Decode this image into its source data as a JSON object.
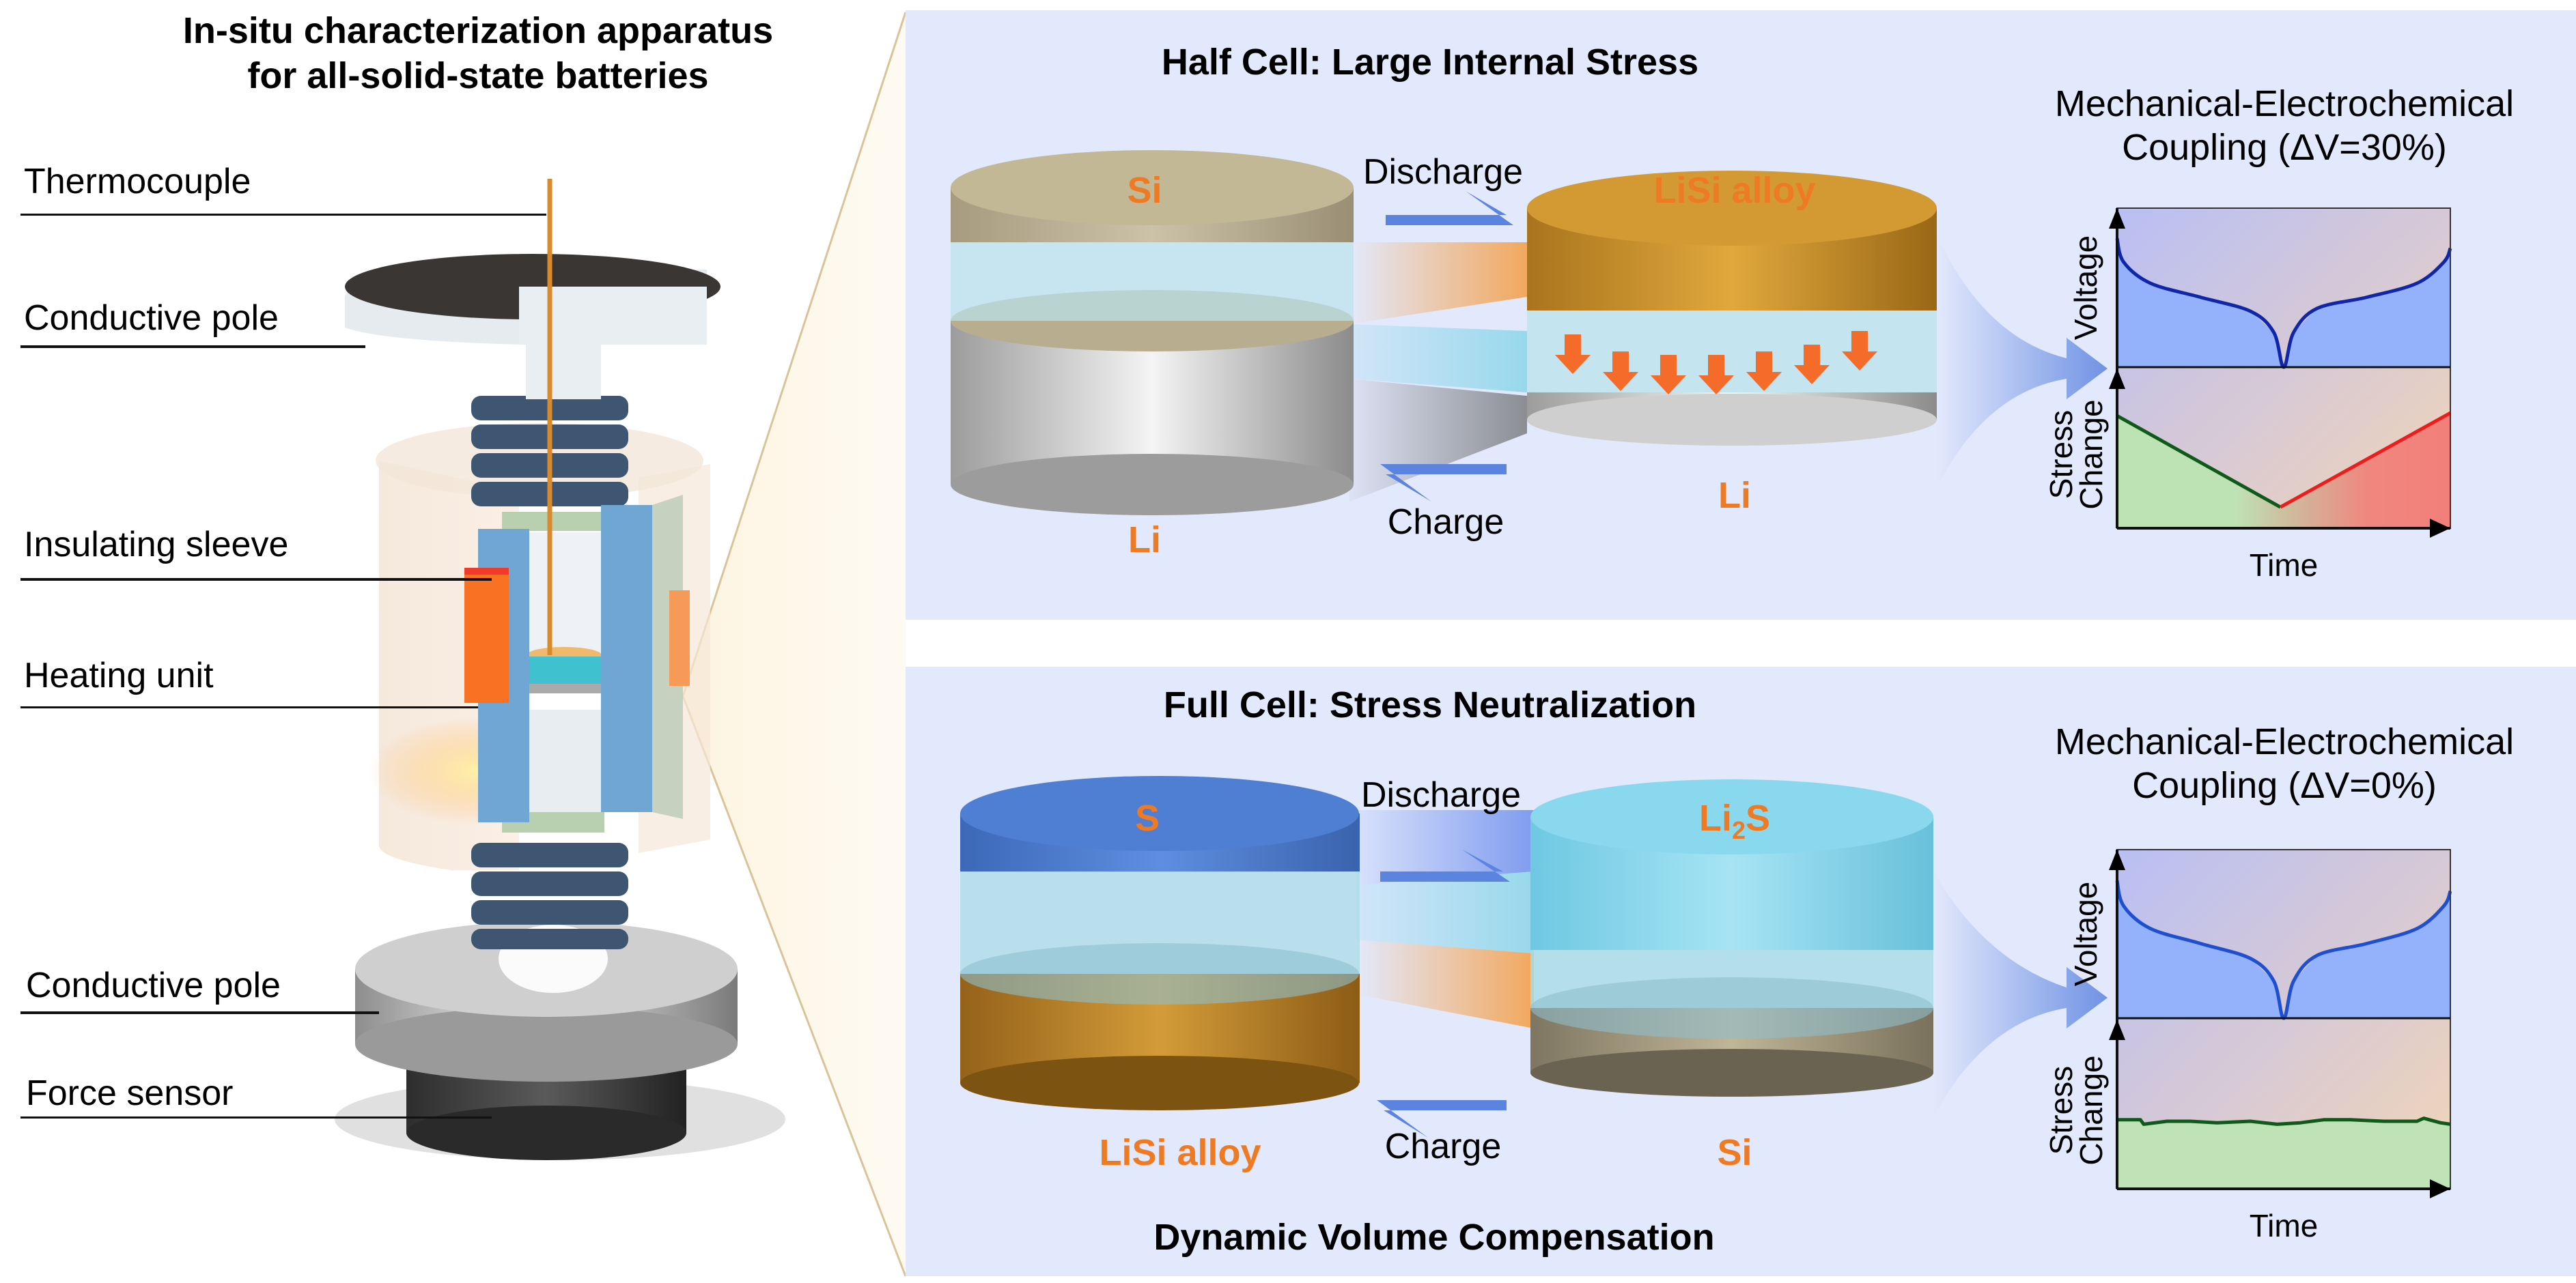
{
  "apparatus": {
    "title_line1": "In-situ characterization apparatus",
    "title_line2": "for all-solid-state batteries",
    "labels": [
      {
        "text": "Thermocouple"
      },
      {
        "text": "Conductive pole"
      },
      {
        "text": "Insulating sleeve"
      },
      {
        "text": "Heating unit"
      },
      {
        "text": "Conductive pole"
      },
      {
        "text": "Force sensor"
      }
    ],
    "colors": {
      "heater": "#f97123",
      "sleeve": "#6fa6d4",
      "spring": "#3e5672",
      "metal": "#c9c9c9",
      "wire": "#d98a2b"
    }
  },
  "half_cell": {
    "title": "Half Cell: Large Internal Stress",
    "left_top_label": "Si",
    "left_bottom_label": "Li",
    "right_top_label": "LiSi alloy",
    "right_bottom_label": "Li",
    "discharge_label": "Discharge",
    "charge_label": "Charge",
    "chart_title_line1": "Mechanical-Electrochemical",
    "chart_title_line2": "Coupling (ΔV=30%)"
  },
  "full_cell": {
    "title": "Full Cell: Stress Neutralization",
    "left_top_label": "S",
    "left_bottom_label": "LiSi alloy",
    "right_top_label_main": "Li",
    "right_top_label_sub": "2",
    "right_top_label_end": "S",
    "right_bottom_label": "Si",
    "discharge_label": "Discharge",
    "charge_label": "Charge",
    "chart_title_line1": "Mechanical-Electrochemical",
    "chart_title_line2": "Coupling (ΔV=0%)",
    "footer": "Dynamic Volume Compensation"
  },
  "colors": {
    "panel_bg": "#e3e9fc",
    "accent_orange": "#ee7a23",
    "arrow_blue": "#5b83e0",
    "voltage_line": "#1026a8",
    "stress_green": "#0f5a1a",
    "stress_red": "#ee1c1c"
  },
  "chart_data": [
    {
      "type": "line",
      "title": "Mechanical-Electrochemical Coupling (ΔV=30%)",
      "xlabel": "Time",
      "panels": [
        {
          "ylabel": "Voltage",
          "series": [
            {
              "name": "Voltage",
              "x": [
                0,
                0.02,
                0.1,
                0.25,
                0.4,
                0.47,
                0.5,
                0.53,
                0.6,
                0.75,
                0.9,
                0.98,
                1.0
              ],
              "y": [
                0.92,
                0.75,
                0.6,
                0.5,
                0.4,
                0.25,
                0.0,
                0.25,
                0.42,
                0.5,
                0.6,
                0.75,
                0.85
              ]
            }
          ]
        },
        {
          "ylabel": "Stress Change",
          "series": [
            {
              "name": "Stress (discharge)",
              "x": [
                0,
                0.49
              ],
              "y": [
                0.8,
                0.15
              ],
              "color": "green"
            },
            {
              "name": "Stress (charge)",
              "x": [
                0.49,
                1.0
              ],
              "y": [
                0.15,
                0.82
              ],
              "color": "red"
            }
          ]
        }
      ],
      "xlim": [
        0,
        1
      ],
      "ylim": [
        0,
        1
      ],
      "grid": false
    },
    {
      "type": "line",
      "title": "Mechanical-Electrochemical Coupling (ΔV=0%)",
      "xlabel": "Time",
      "panels": [
        {
          "ylabel": "Voltage",
          "series": [
            {
              "name": "Voltage",
              "x": [
                0,
                0.02,
                0.1,
                0.25,
                0.4,
                0.47,
                0.5,
                0.53,
                0.6,
                0.75,
                0.9,
                0.98,
                1.0
              ],
              "y": [
                0.92,
                0.75,
                0.6,
                0.5,
                0.4,
                0.25,
                0.0,
                0.25,
                0.42,
                0.5,
                0.6,
                0.75,
                0.85
              ]
            }
          ]
        },
        {
          "ylabel": "Stress Change",
          "series": [
            {
              "name": "Stress",
              "x": [
                0,
                0.07,
                0.08,
                0.15,
                0.22,
                0.3,
                0.4,
                0.48,
                0.55,
                0.62,
                0.7,
                0.8,
                0.9,
                0.92,
                0.97,
                1.0
              ],
              "y": [
                0.46,
                0.46,
                0.43,
                0.45,
                0.45,
                0.44,
                0.45,
                0.43,
                0.44,
                0.46,
                0.46,
                0.45,
                0.45,
                0.47,
                0.44,
                0.43
              ],
              "color": "green"
            }
          ]
        }
      ],
      "xlim": [
        0,
        1
      ],
      "ylim": [
        0,
        1
      ],
      "grid": false
    }
  ]
}
